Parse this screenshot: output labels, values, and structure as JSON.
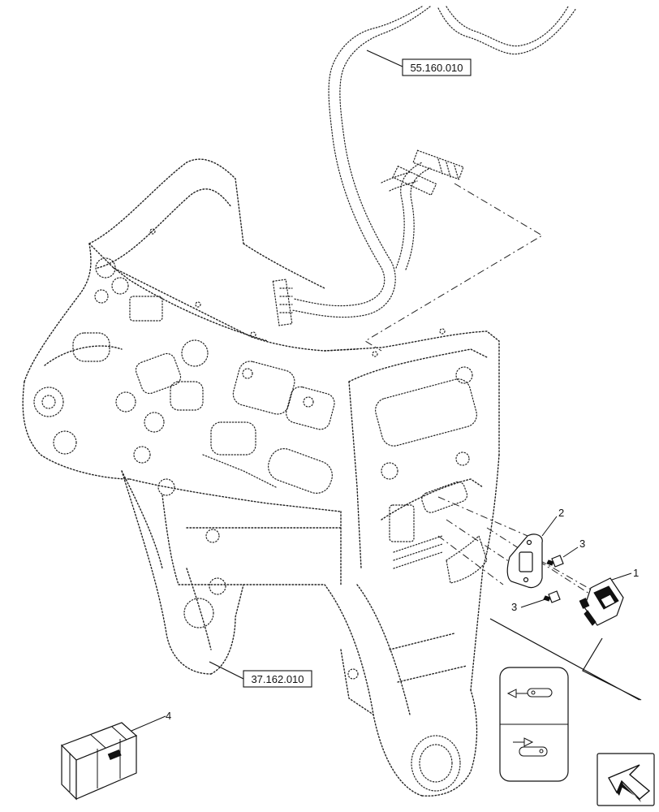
{
  "references": {
    "ref_harness": "55.160.010",
    "ref_frame": "37.162.010"
  },
  "callouts": {
    "item_1": "1",
    "item_2": "2",
    "item_3a": "3",
    "item_3b": "3",
    "item_4": "4"
  },
  "icons": {
    "kit_box": "kit-box-icon",
    "navigation": "navigation-arrow-icon",
    "switch_decal": "switch-decal-icon"
  }
}
